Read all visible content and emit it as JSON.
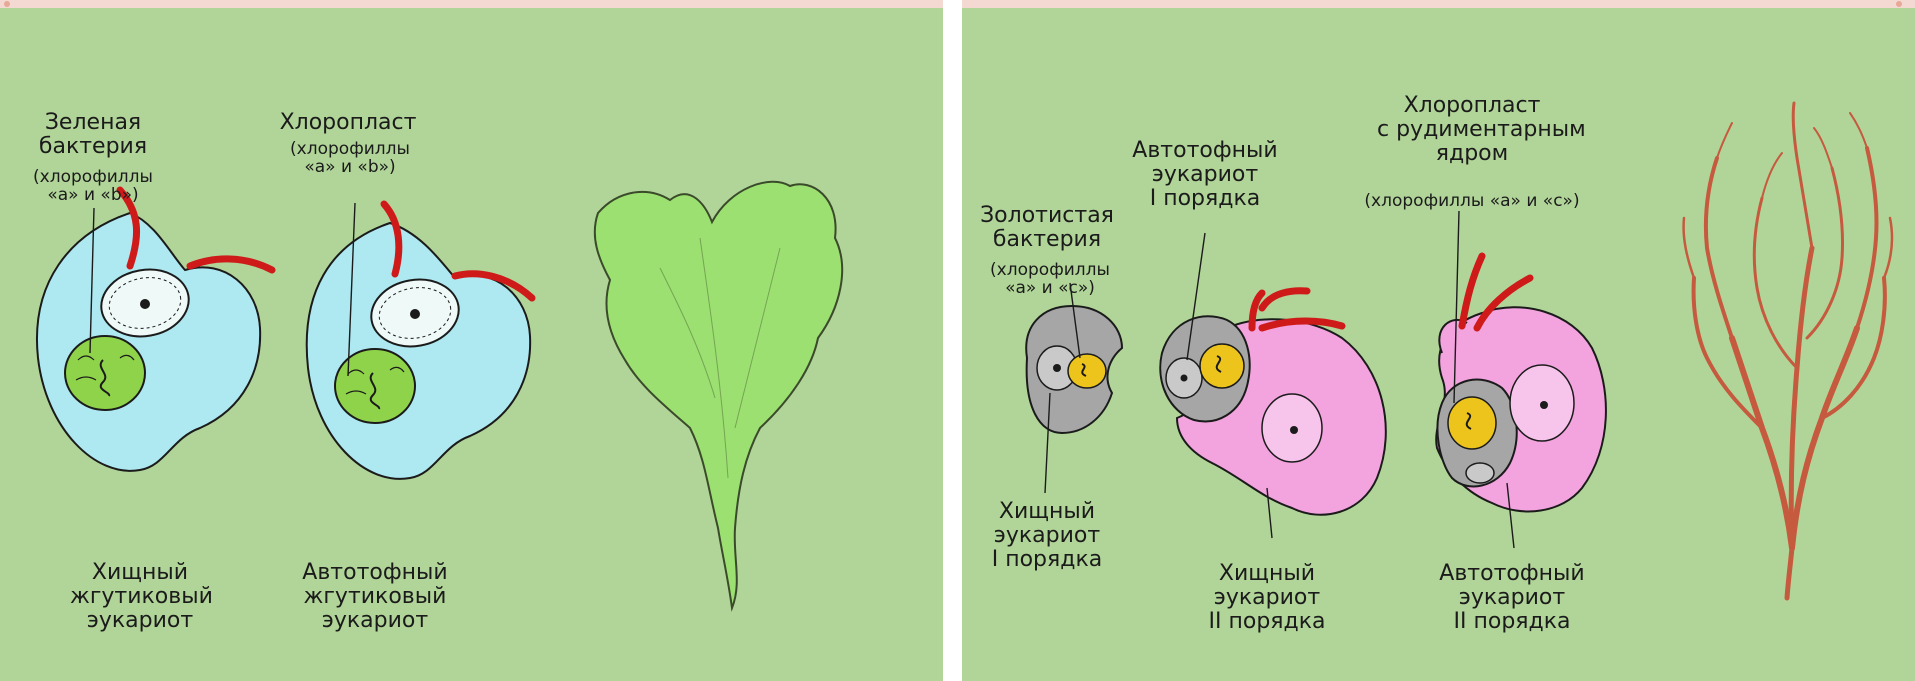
{
  "left_panel": {
    "green_bacterium_label": [
      "Зеленая",
      "бактерия"
    ],
    "green_bacterium_pigments": [
      "(хлорофиллы",
      "«а» и «b»)"
    ],
    "chloroplast_label": [
      "Хлоропласт"
    ],
    "chloroplast_pigments": [
      "(хлорофиллы",
      "«а» и «b»)"
    ],
    "predatory_label": [
      "Хищный",
      "жгутиковый",
      "эукариот"
    ],
    "autotrophic_label": [
      "Автотофный",
      "жгутиковый",
      "эукариот"
    ]
  },
  "right_panel": {
    "golden_bacterium_label": [
      "Золотистая",
      "бактерия"
    ],
    "golden_bacterium_pigments": [
      "(хлорофиллы",
      "«а» и «с»)"
    ],
    "autotroph_first_label": [
      "Автотофный",
      "эукариот",
      "I порядка"
    ],
    "chloroplast_nucleus_label": [
      "Хлоропласт",
      "с рудиментарным",
      "ядром"
    ],
    "chloroplast_nucleus_pigments": [
      "(хлорофиллы «а» и «с»)"
    ],
    "predator_first_label": [
      "Хищный",
      "эукариот",
      "I порядка"
    ],
    "predator_second_label": [
      "Хищный",
      "эукариот",
      "II порядка"
    ],
    "autotroph_second_label": [
      "Автотофный",
      "эукариот",
      "II порядка"
    ]
  },
  "colors": {
    "background": "#b1d598",
    "cyan_cell": "#aee8f1",
    "chloroplast_green": "#8fd34a",
    "thallus_green": "#9be071",
    "pink_cell": "#f3a3de",
    "gray_cell": "#a6a6a6",
    "golden": "#ecc41c",
    "flagellum_red": "#cf1a1a",
    "red_alga": "#c65a3f"
  }
}
